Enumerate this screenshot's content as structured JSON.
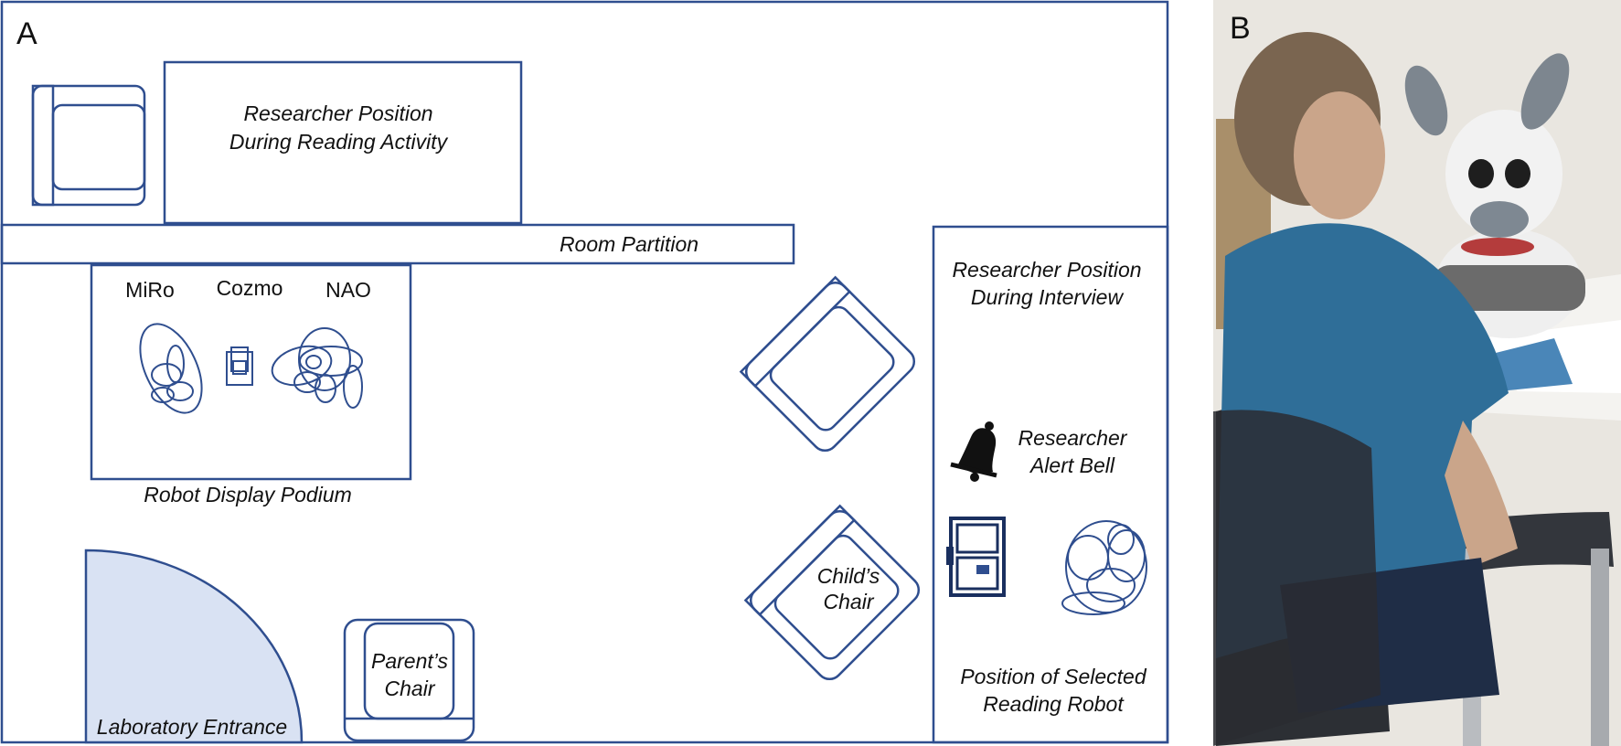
{
  "panel_a": {
    "letter": "A",
    "labels": {
      "researcher_reading_1": "Researcher Position",
      "researcher_reading_2": "During Reading Activity",
      "room_partition": "Room Partition",
      "miro": "MiRo",
      "cozmo": "Cozmo",
      "nao": "NAO",
      "robot_podium": "Robot Display Podium",
      "researcher_interview_1": "Researcher Position",
      "researcher_interview_2": "During Interview",
      "alert_bell_1": "Researcher",
      "alert_bell_2": "Alert Bell",
      "childs_chair_1": "Child’s",
      "childs_chair_2": "Chair",
      "parents_chair_1": "Parent’s",
      "parents_chair_2": "Chair",
      "lab_entrance": "Laboratory Entrance",
      "selected_robot_1": "Position of Selected",
      "selected_robot_2": "Reading Robot"
    },
    "colors": {
      "line": "#2f4e8f",
      "door_fill": "#d9e2f3"
    }
  },
  "panel_b": {
    "letter": "B",
    "photo_description_icon": "child-with-miro-robot-photo"
  }
}
